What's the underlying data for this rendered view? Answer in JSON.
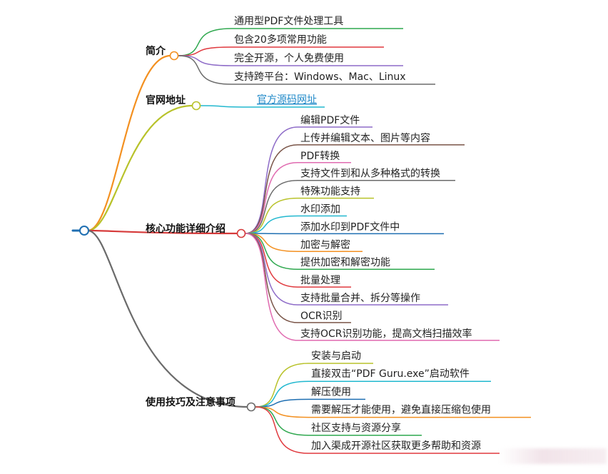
{
  "mindmap": {
    "branches": [
      {
        "label": "简介",
        "color": "#f39020",
        "leaves": [
          {
            "text": "通用型PDF文件处理工具",
            "color": "#2fa84f"
          },
          {
            "text": "包含20多项常用功能",
            "color": "#e0393e"
          },
          {
            "text": "完全开源，个人免费使用",
            "color": "#8e6cc8"
          },
          {
            "text": "支持跨平台：Windows、Mac、Linux",
            "color": "#6b6b6b"
          }
        ]
      },
      {
        "label": "官网地址",
        "color": "#b8c22a",
        "leaves": [
          {
            "text": "官方源码网址",
            "color": "#22b8cf",
            "link": true
          }
        ]
      },
      {
        "label": "核心功能详细介绍",
        "color": "#d63a3a",
        "leaves": [
          {
            "text": "编辑PDF文件",
            "color": "#8e6cc8"
          },
          {
            "text": "上传并编辑文本、图片等内容",
            "color": "#7a5548"
          },
          {
            "text": "PDF转换",
            "color": "#e06bb0"
          },
          {
            "text": "支持文件到和从多种格式的转换",
            "color": "#6b6b6b"
          },
          {
            "text": "特殊功能支持",
            "color": "#b8c22a"
          },
          {
            "text": "水印添加",
            "color": "#22b8cf"
          },
          {
            "text": "添加水印到PDF文件中",
            "color": "#1f6fb2"
          },
          {
            "text": "加密与解密",
            "color": "#f39020"
          },
          {
            "text": "提供加密和解密功能",
            "color": "#2fa84f"
          },
          {
            "text": "批量处理",
            "color": "#e0393e"
          },
          {
            "text": "支持批量合并、拆分等操作",
            "color": "#8e6cc8"
          },
          {
            "text": "OCR识别",
            "color": "#7a5548"
          },
          {
            "text": "支持OCR识别功能，提高文档扫描效率",
            "color": "#e06bb0"
          }
        ]
      },
      {
        "label": "使用技巧及注意事项",
        "color": "#6b6b6b",
        "leaves": [
          {
            "text": "安装与启动",
            "color": "#b8c22a"
          },
          {
            "text": "直接双击“PDF Guru.exe”启动软件",
            "color": "#22b8cf"
          },
          {
            "text": "解压使用",
            "color": "#1f6fb2"
          },
          {
            "text": "需要解压才能使用，避免直接压缩包使用",
            "color": "#f39020"
          },
          {
            "text": "社区支持与资源分享",
            "color": "#2fa84f"
          },
          {
            "text": "加入渠成开源社区获取更多帮助和资源",
            "color": "#e0393e"
          }
        ]
      }
    ]
  }
}
